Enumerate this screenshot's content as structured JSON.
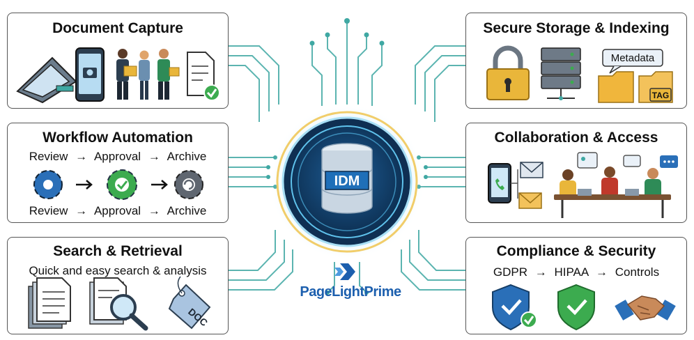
{
  "center": {
    "label": "IDM"
  },
  "brand": {
    "name": "PageLightPrime"
  },
  "colors": {
    "accent": "#1f6fb8",
    "circuit": "#3fa8a3",
    "success": "#3cab4f",
    "gold": "#e9b63a"
  },
  "panels": {
    "capture": {
      "title": "Document Capture",
      "icons": [
        "scanner-icon",
        "phone-camera-icon",
        "people-icon",
        "document-check-icon"
      ]
    },
    "workflow": {
      "title": "Workflow Automation",
      "flow_top": [
        "Review",
        "Approval",
        "Archive"
      ],
      "flow_bottom": [
        "Review",
        "Approval",
        "Archive"
      ],
      "arrow": "→",
      "icons": [
        "gear-icon",
        "gear-check-icon",
        "gear-refresh-icon"
      ]
    },
    "search": {
      "title": "Search & Retrieval",
      "subtitle": "Quick and easy search & analysis",
      "tag": "DOC",
      "icons": [
        "documents-icon",
        "magnifier-icon",
        "tag-icon"
      ]
    },
    "storage": {
      "title": "Secure Storage & Indexing",
      "metadata": "Metadata",
      "tag": "TAG",
      "icons": [
        "lock-icon",
        "server-icon",
        "folder-icon"
      ]
    },
    "collab": {
      "title": "Collaboration & Access",
      "icons": [
        "phone-icon",
        "mail-icon",
        "team-meeting-icon"
      ]
    },
    "compliance": {
      "title": "Compliance & Security",
      "flow": [
        "GDPR",
        "HIPAA",
        "Controls"
      ],
      "arrow": "→",
      "icons": [
        "shield-check-icon",
        "shield-icon",
        "handshake-icon"
      ]
    }
  }
}
